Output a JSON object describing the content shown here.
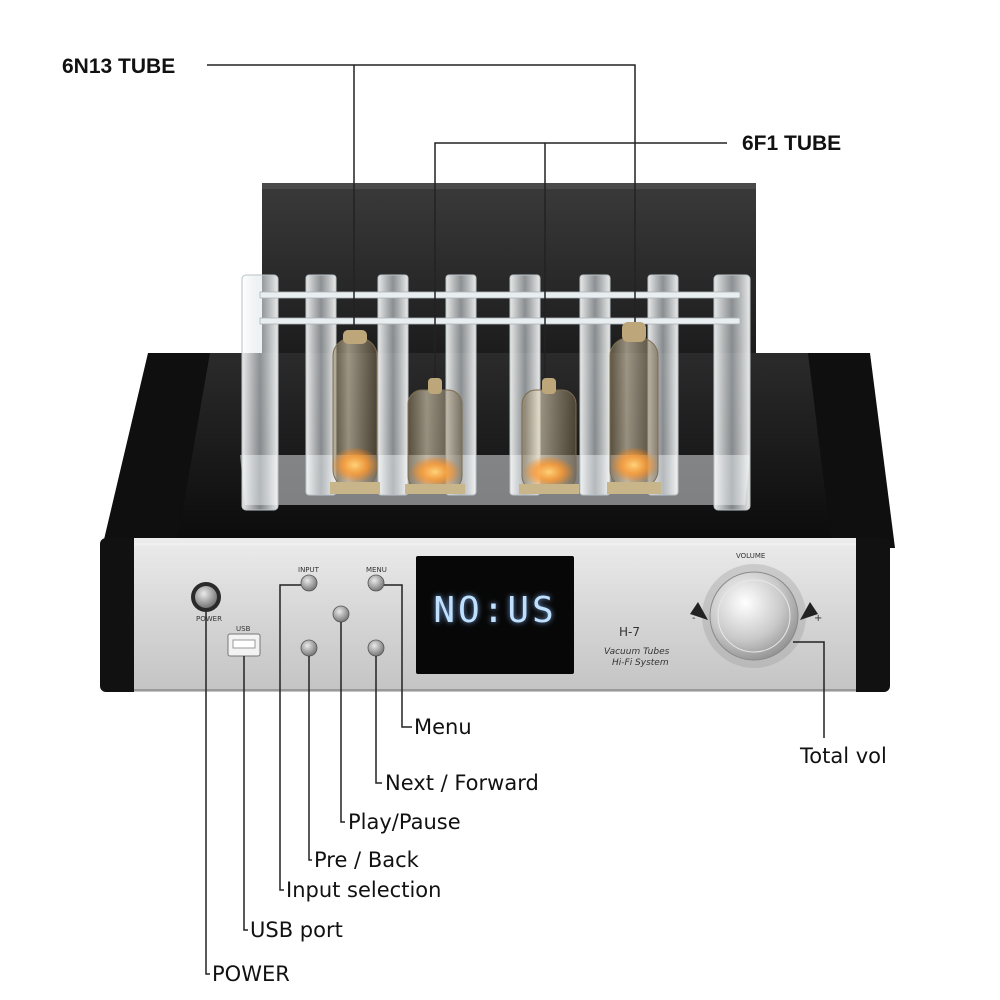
{
  "callouts": {
    "tube_6n13": "6N13 TUBE",
    "tube_6f1": "6F1 TUBE",
    "menu": "Menu",
    "next_forward": "Next / Forward",
    "play_pause": "Play/Pause",
    "pre_back": "Pre / Back",
    "input_selection": "Input selection",
    "usb_port": "USB port",
    "power": "POWER",
    "total_vol": "Total vol"
  },
  "device": {
    "display_text": "NO:US",
    "model": "H-7",
    "tagline_1": "Vacuum Tubes",
    "tagline_2": "Hi-Fi System",
    "panel_labels": {
      "power": "POWER",
      "usb": "USB",
      "input": "INPUT",
      "menu": "MENU",
      "volume": "VOLUME",
      "minus": "-",
      "plus": "+"
    }
  },
  "colors": {
    "panel_silver": "#d9d9d9",
    "chassis_black": "#1b1b1b",
    "display_glow": "#bfe0ff",
    "tube_glow": "#ff9a2e",
    "leader_line": "#222222"
  }
}
